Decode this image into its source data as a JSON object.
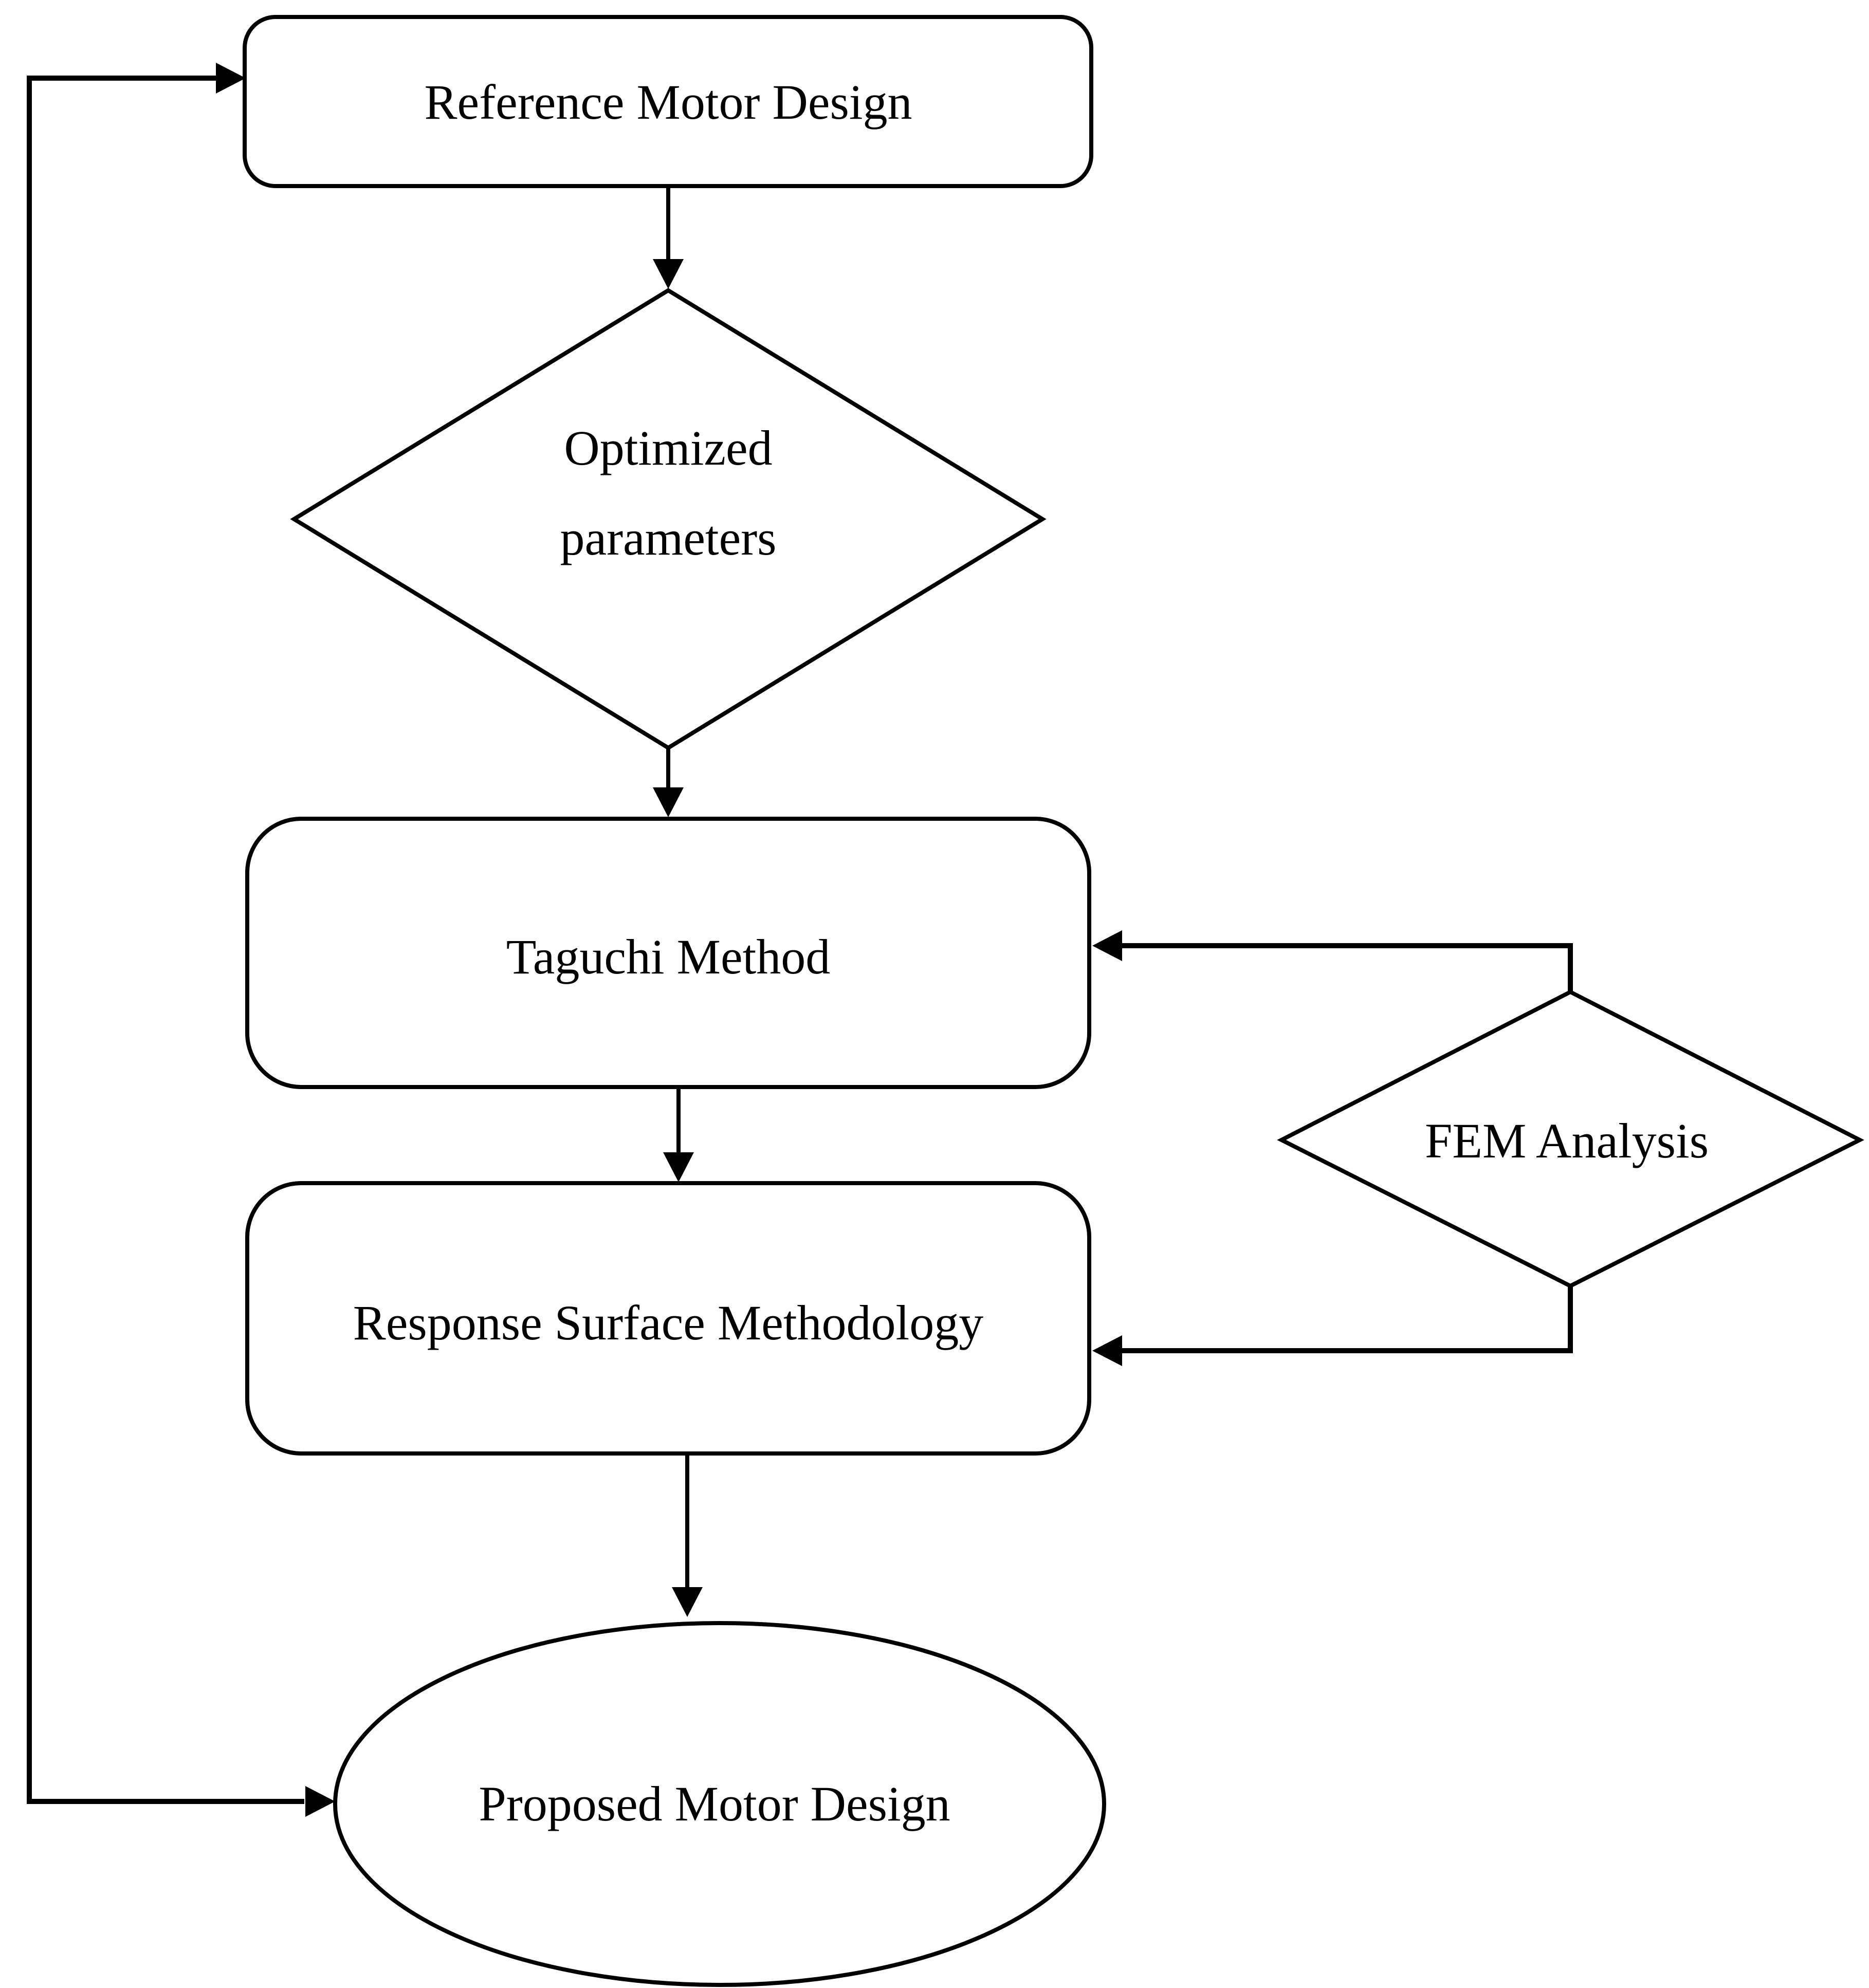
{
  "diagram": {
    "type": "flowchart",
    "colors": {
      "background": "#ffffff",
      "stroke": "#000000",
      "text": "#000000"
    },
    "nodes": {
      "reference": {
        "shape": "rounded-rectangle",
        "label": "Reference Motor Design"
      },
      "optimized": {
        "shape": "diamond",
        "label": "Optimized parameters",
        "line1": "Optimized",
        "line2": "parameters"
      },
      "taguchi": {
        "shape": "rounded-rectangle",
        "label": "Taguchi Method"
      },
      "fem": {
        "shape": "diamond",
        "label": "FEM Analysis"
      },
      "rsm": {
        "shape": "rounded-rectangle",
        "label": "Response Surface Methodology"
      },
      "proposed": {
        "shape": "ellipse",
        "label": "Proposed Motor Design"
      }
    },
    "edges": [
      {
        "from": "reference",
        "to": "optimized",
        "style": "straight-down-arrow"
      },
      {
        "from": "optimized",
        "to": "taguchi",
        "style": "straight-down-arrow"
      },
      {
        "from": "taguchi",
        "to": "rsm",
        "style": "straight-down-arrow"
      },
      {
        "from": "rsm",
        "to": "proposed",
        "style": "straight-down-arrow"
      },
      {
        "from": "fem",
        "to": "taguchi",
        "style": "elbow-left-arrow"
      },
      {
        "from": "fem",
        "to": "rsm",
        "style": "elbow-left-arrow"
      },
      {
        "from": "left-loop",
        "to": "reference",
        "style": "right-arrow"
      },
      {
        "from": "left-loop",
        "to": "proposed",
        "style": "right-arrow"
      }
    ]
  }
}
